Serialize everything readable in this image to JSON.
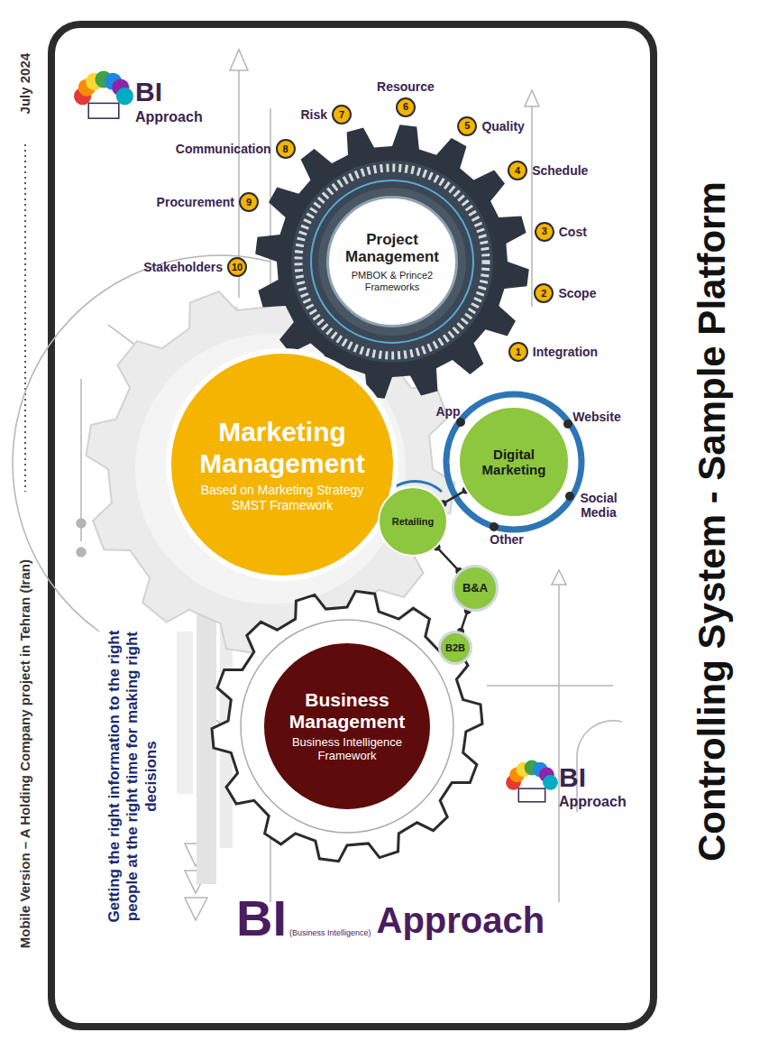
{
  "diagram": {
    "title": "Controlling System - Sample Platform",
    "nodes": [
      {
        "text": [
          "Project Management",
          "PMBOK & Prince2 Frameworks"
        ]
      },
      {
        "text": [
          "Marketing Management",
          "Based on Marketing Strategy SMST Framework"
        ]
      },
      {
        "text": [
          "Digital Marketing"
        ]
      },
      {
        "text": [
          "Retailing"
        ]
      },
      {
        "text": [
          "B&A"
        ]
      },
      {
        "text": [
          "B2B"
        ]
      },
      {
        "text": [
          "Business Management",
          "Business Intelligence Framework"
        ]
      }
    ],
    "edges": [
      {
        "from": 2,
        "to": 3,
        "arrow": "none"
      },
      {
        "from": 3,
        "to": 4,
        "arrow": "none"
      },
      {
        "from": 4,
        "to": 5,
        "arrow": "none"
      }
    ],
    "labels": [
      "BI",
      "Approach",
      "Risk",
      "7",
      "Resource",
      "6",
      "5",
      "Quality",
      "Communication",
      "8",
      "4",
      "Schedule",
      "Procurement",
      "9",
      "3",
      "Cost",
      "Stakeholders",
      "10",
      "2",
      "Scope",
      "1",
      "Integration",
      "App",
      "Website",
      "Social Media",
      "Other",
      "BI",
      "Approach",
      "Getting the right information to the right people at the right time for making right decisions",
      "BI",
      "(Business Intelligence)",
      "Approach",
      "Mobile Version – A Holding Company project in Tehran (Iran)",
      "July 2024"
    ]
  }
}
